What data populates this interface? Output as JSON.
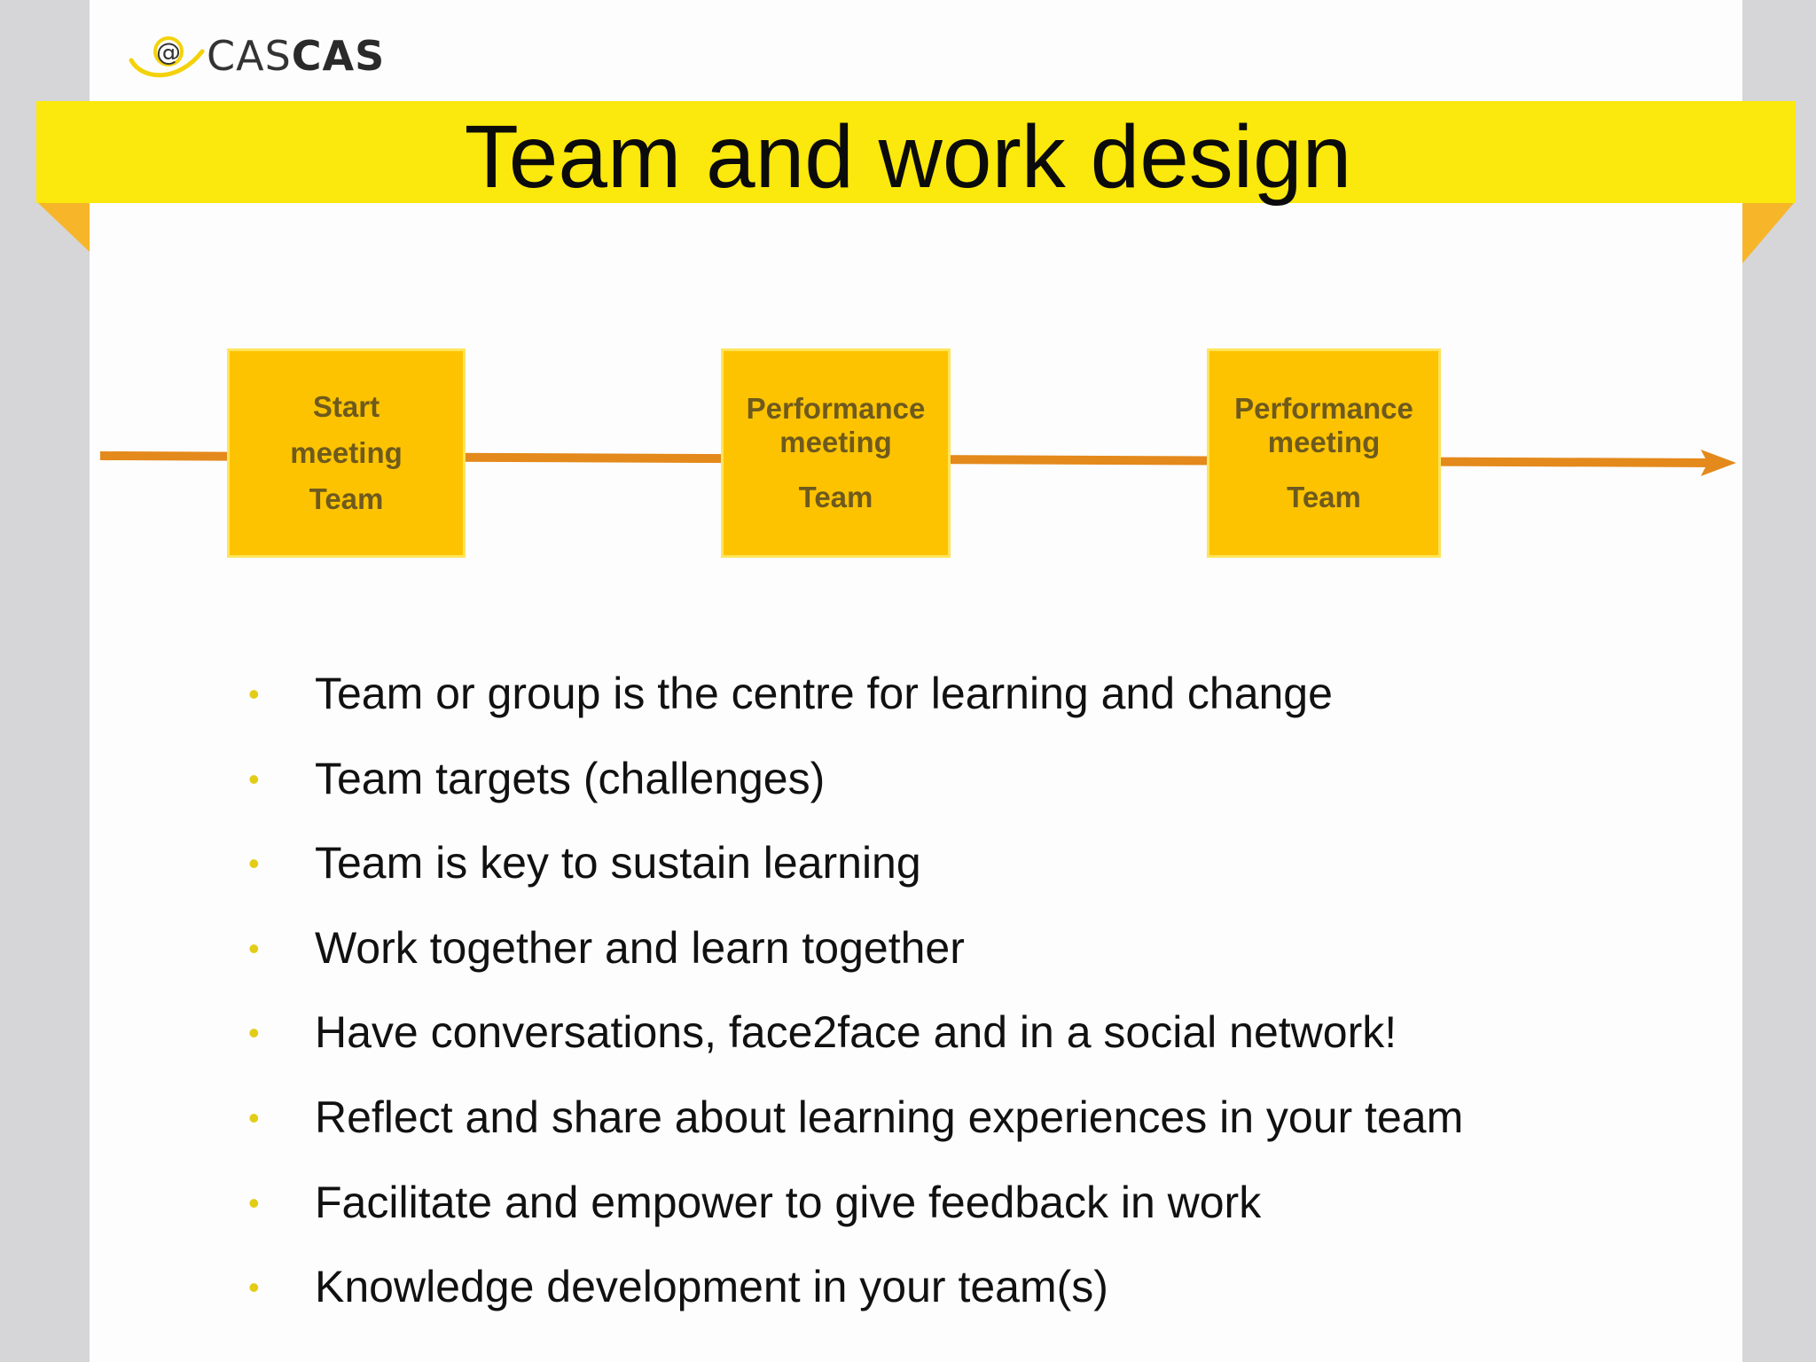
{
  "logo": {
    "text_light": "CAS",
    "text_bold": "CAS",
    "icon": "at-swoosh-icon"
  },
  "title": "Team and work design",
  "colors": {
    "banner": "#fbe80c",
    "fold": "#f7b52a",
    "box": "#fdc300",
    "arrow": "#e4891b",
    "bullet": "#e3cc16"
  },
  "timeline": {
    "boxes": [
      {
        "lines": [
          "Start",
          "meeting",
          "Team"
        ]
      },
      {
        "lines": [
          "Performance",
          "meeting",
          "Team"
        ]
      },
      {
        "lines": [
          "Performance",
          "meeting",
          "Team"
        ]
      }
    ]
  },
  "bullets": [
    "Team or group is the centre for learning and change",
    "Team targets (challenges)",
    "Team is key to sustain learning",
    "Work together and learn together",
    "Have conversations, face2face and in a social network!",
    "Reflect and share about learning experiences in your team",
    "Facilitate and empower to give feedback in work",
    "Knowledge development in your team(s)"
  ],
  "bullet_symbol": "•"
}
